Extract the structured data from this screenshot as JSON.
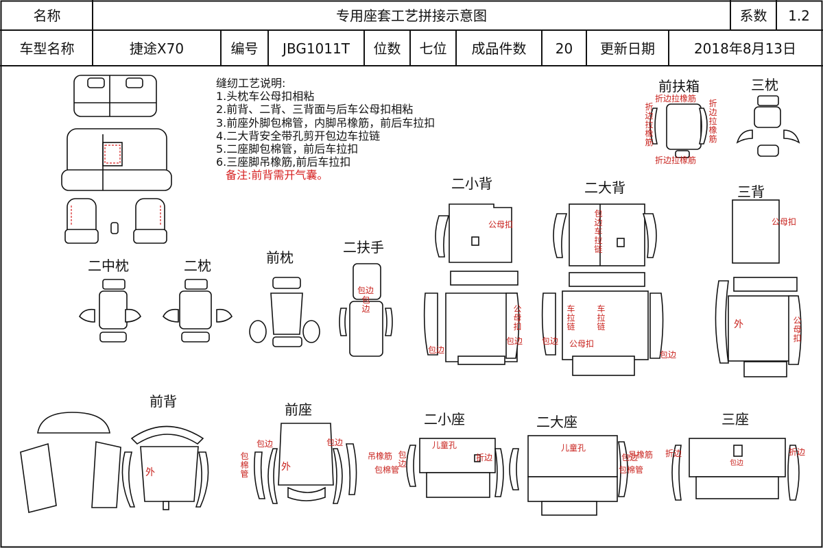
{
  "header": {
    "name_label": "名称",
    "doc_title": "专用座套工艺拼接示意图",
    "coef_label": "系数",
    "coef_value": "1.2",
    "model_label": "车型名称",
    "model_value": "捷途X70",
    "code_label": "编号",
    "code_value": "JBG1011T",
    "seats_label": "位数",
    "seats_value": "七位",
    "pieces_label": "成品件数",
    "pieces_value": "20",
    "date_label": "更新日期",
    "date_value": "2018年8月13日"
  },
  "notes": {
    "title": "缝纫工艺说明:",
    "items": [
      "1.头枕车公母扣相粘",
      "2.前背、二背、三背面与后车公母扣相粘",
      "3.前座外脚包棉管，内脚吊橡筋，前后车拉扣",
      "4.二大背安全带孔剪开包边车拉链",
      "5.二座脚包棉管，前后车拉扣",
      "6.三座脚吊橡筋,前后车拉扣"
    ],
    "remark": "备注:前背需开气囊。"
  },
  "labels": {
    "front_box": "前扶箱",
    "third_pillow": "三枕",
    "second_small_back": "二小背",
    "second_big_back": "二大背",
    "third_back": "三背",
    "second_mid_pillow": "二中枕",
    "second_pillow": "二枕",
    "front_pillow": "前枕",
    "second_armrest": "二扶手",
    "front_back": "前背",
    "front_seat": "前座",
    "second_small_seat": "二小座",
    "second_big_seat": "二大座",
    "third_seat": "三座"
  },
  "annotations": {
    "fold_rubber_top": "折边拉橡筋",
    "fold_rubber_bottom": "折边拉橡筋",
    "fold_rubber_left": "折边拉橡筋",
    "fold_rubber_right": "折边拉橡筋",
    "snap_small_back": "公母扣",
    "snap_small_back_side": "公母扣",
    "edge_small_back_l": "包边",
    "edge_small_back_r": "包边",
    "edge_zip_big_back": "包边车拉链",
    "zip_big_back_l": "车拉链",
    "zip_big_back_r": "车拉链",
    "snap_big_back": "公母扣",
    "edge_big_back_l": "包边",
    "edge_big_back_r": "包边",
    "snap_third_back": "公母扣",
    "snap_third_back_side": "公母扣",
    "outer_third_back": "外",
    "edge_armrest_1": "包边",
    "edge_armrest_2": "包边",
    "outer_front_back": "外",
    "cotton_front_seat": "包棉管",
    "edge_front_seat_1": "包边",
    "edge_front_seat_2": "包边",
    "outer_front_seat": "外",
    "rubber_small_seat": "吊橡筋",
    "cotton_small_seat": "包棉管",
    "edge_small_seat": "包边",
    "child_hole_small": "儿童孔",
    "fold_small_seat": "折边",
    "child_hole_big": "儿童孔",
    "rubber_big_seat": "吊橡筋",
    "cotton_big_seat": "包棉管",
    "edge_third_seat": "包边",
    "fold_third_l": "折边",
    "fold_third_r": "折边",
    "third_seat_mark": "包边"
  }
}
